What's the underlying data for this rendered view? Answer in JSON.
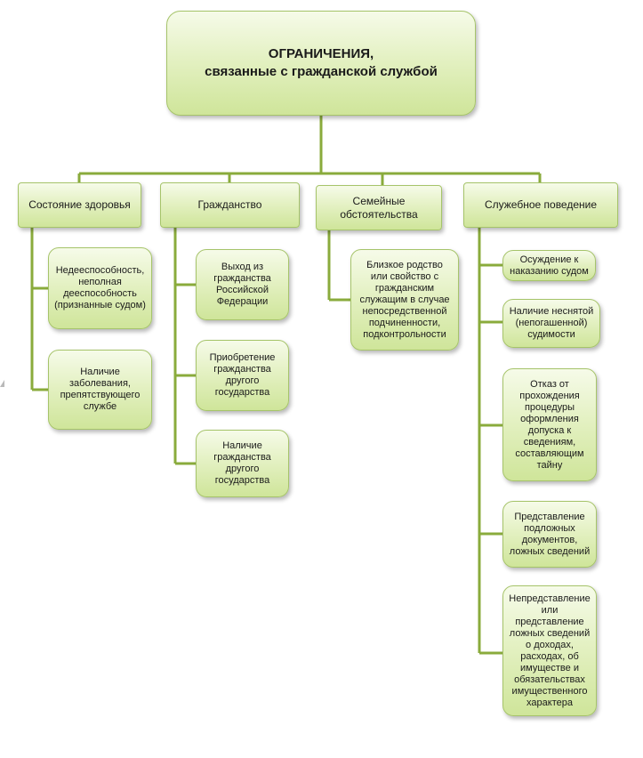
{
  "root": {
    "title": "ОГРАНИЧЕНИЯ,\nсвязанные с гражданской службой"
  },
  "categories": [
    {
      "label": "Состояние здоровья",
      "items": [
        "Недееспособность,\nнеполная\nдееспособность\n(признанные судом)",
        "Наличие\nзаболевания,\nпрепятствующего\nслужбе"
      ]
    },
    {
      "label": "Гражданство",
      "items": [
        "Выход из\nгражданства\nРоссийской\nФедерации",
        "Приобретение\nгражданства\nдругого\nгосударства",
        "Наличие\nгражданства\nдругого\nгосударства"
      ]
    },
    {
      "label": "Семейные\nобстоятельства",
      "items": [
        "Близкое родство\nили свойство с\nгражданским\nслужащим в случае\nнепосредственной\nподчиненности,\nподконтрольности"
      ]
    },
    {
      "label": "Служебное поведение",
      "items": [
        "Осуждение к\nнаказанию судом",
        "Наличие неснятой\n(непогашенной)\nсудимости",
        "Отказ от\nпрохождения\nпроцедуры\nоформления\nдопуска к\nсведениям,\nсоставляющим\nтайну",
        "Представление\nподложных\nдокументов,\nложных сведений",
        "Непредставление\nили\nпредставление\nложных сведений\nо доходах,\nрасходах, об\nимуществе и\nобязательствах\nимущественного\nхарактера"
      ]
    }
  ],
  "colors": {
    "connector": "#8aab3c",
    "box_border": "#a6c46a",
    "box_fill_top": "#f6fbe9",
    "box_fill_bottom": "#cfe59a"
  }
}
